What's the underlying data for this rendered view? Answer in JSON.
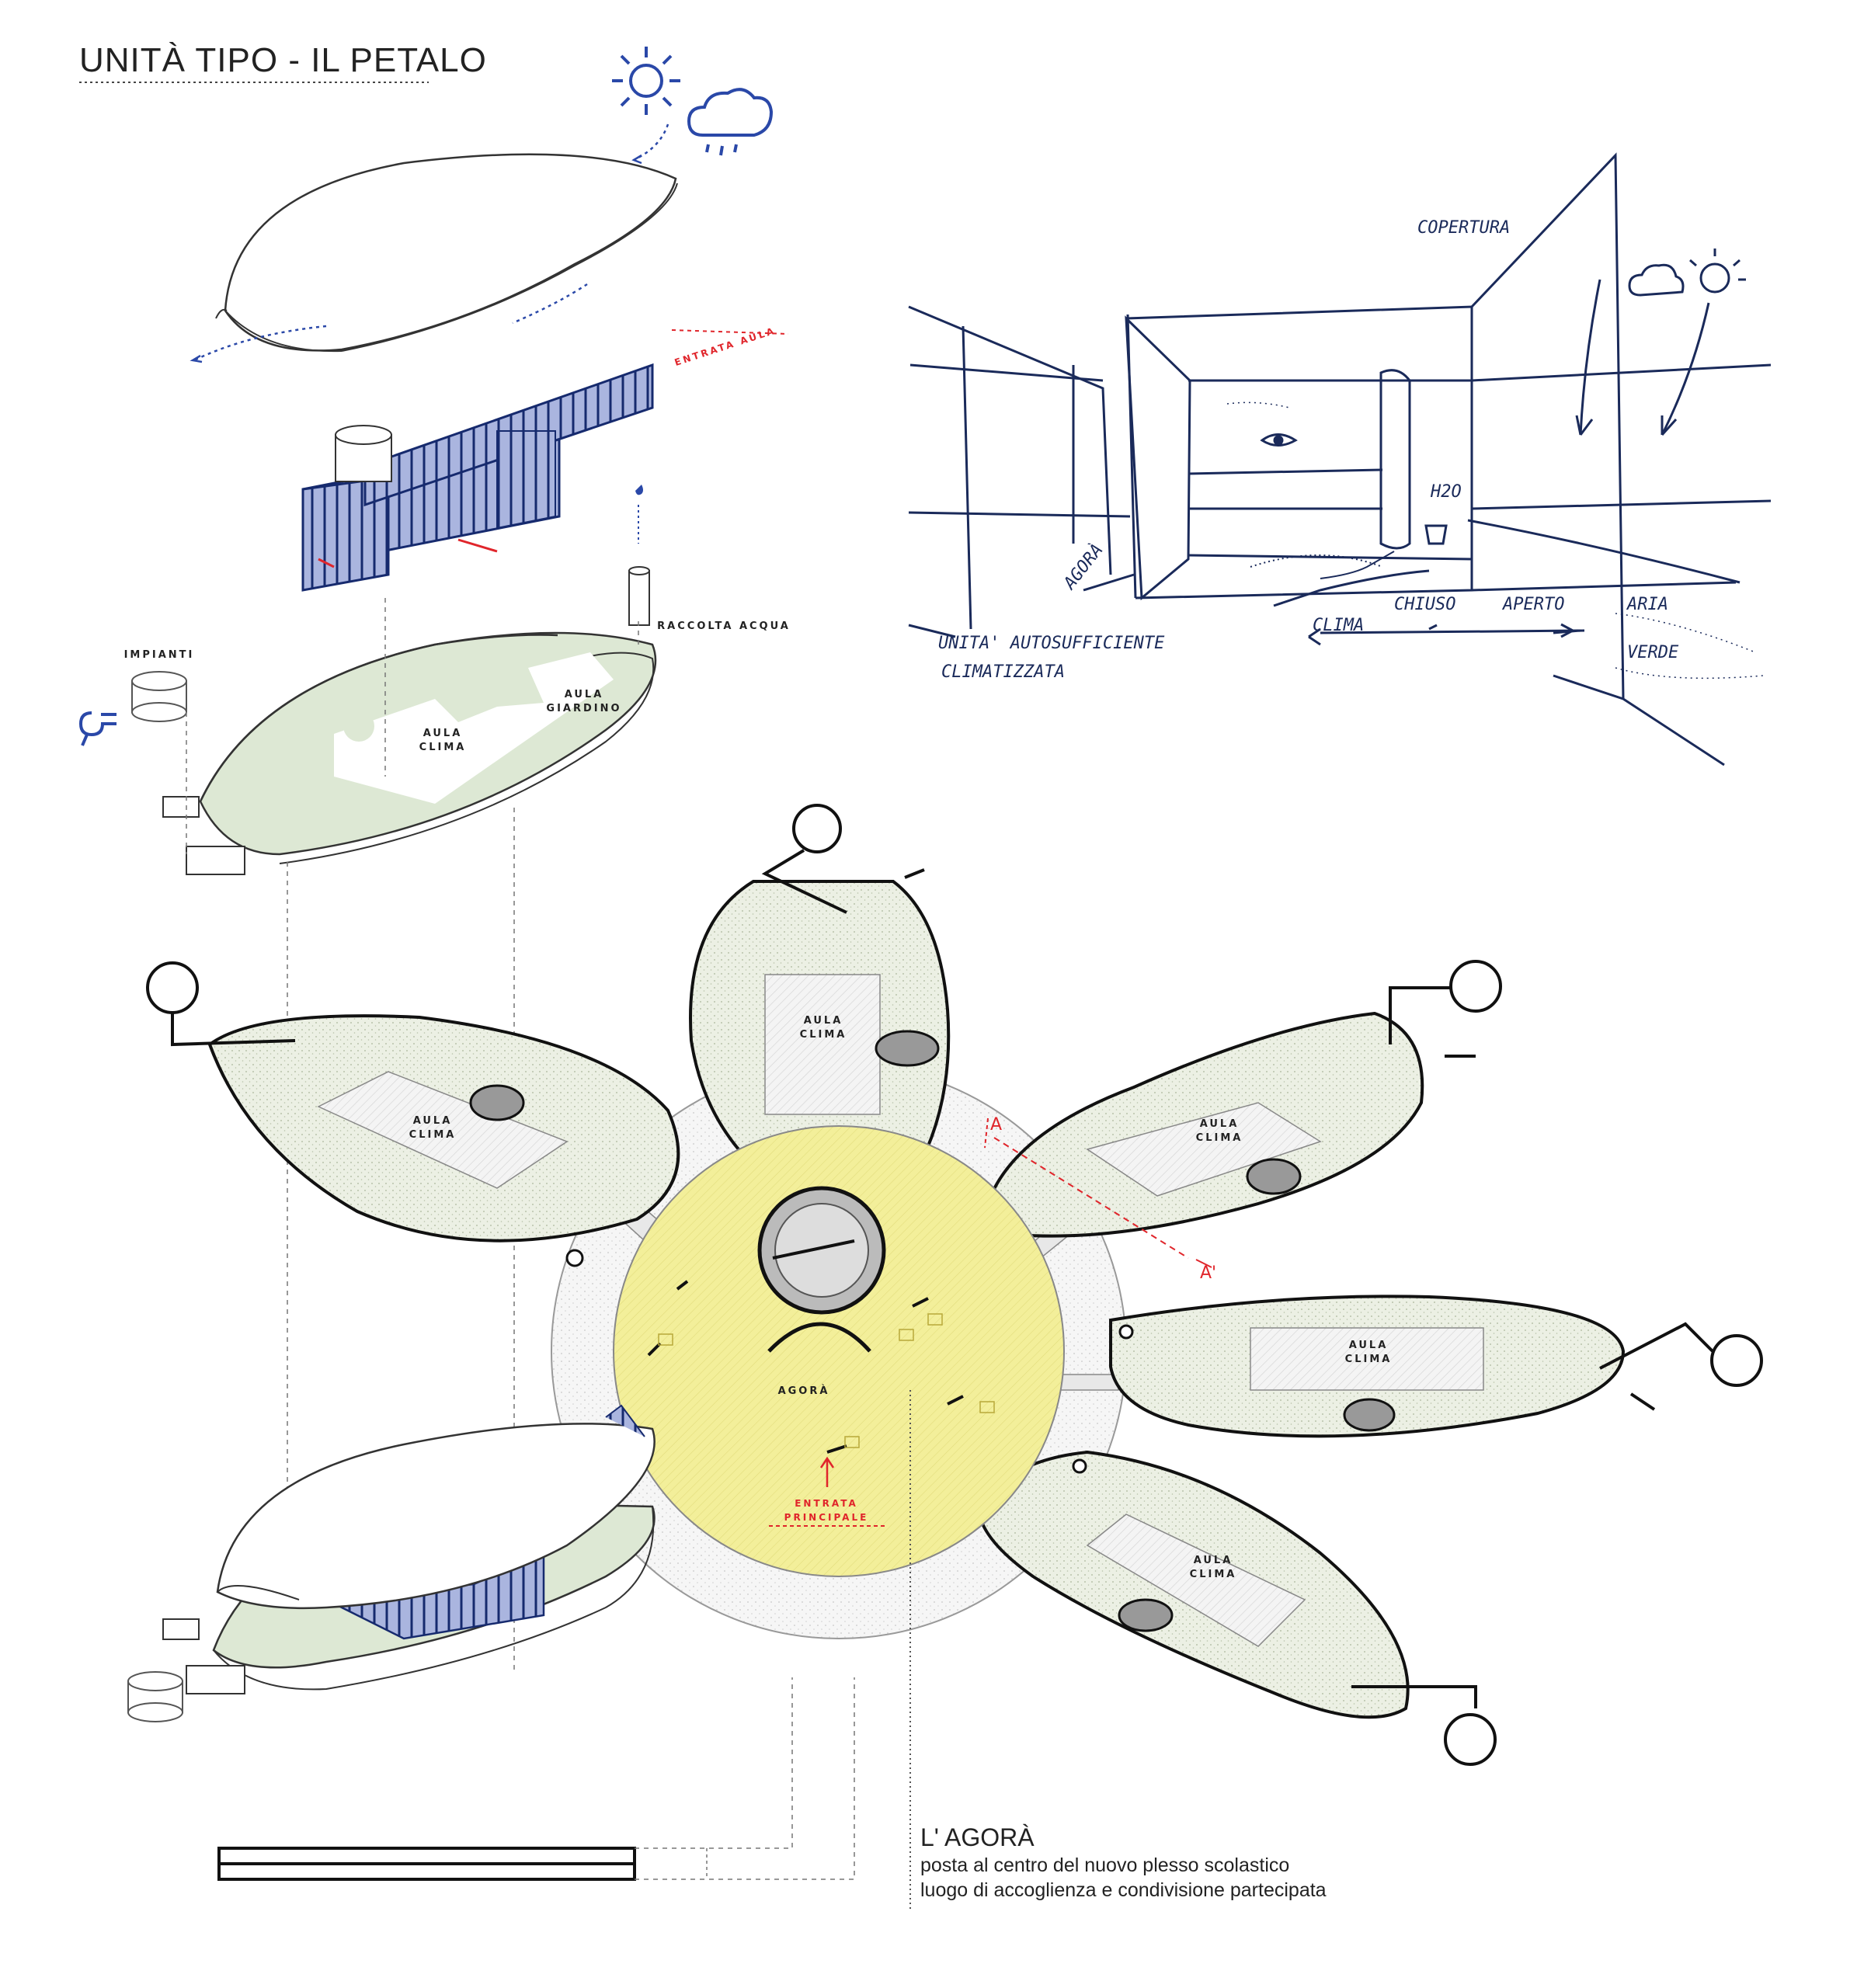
{
  "title": "UNITÀ TIPO - IL PETALO",
  "exploded": {
    "entrata_aula": "ENTRATA AULA",
    "raccolta_acqua": "RACCOLTA ACQUA",
    "impianti": "IMPIANTI",
    "aula_clima_1": "AULA",
    "aula_clima_2": "CLIMA",
    "aula_giardino_1": "AULA",
    "aula_giardino_2": "GIARDINO"
  },
  "sketch": {
    "copertura": "COPERTURA",
    "agora": "AGORÀ",
    "h2o": "H2O",
    "chiuso": "CHIUSO",
    "aperto": "APERTO",
    "clima": "CLIMA",
    "aria": "ARIA",
    "verde": "VERDE",
    "unita_1": "UNITA' AUTOSUFFICIENTE",
    "unita_2": "CLIMATIZZATA"
  },
  "plan": {
    "petal_label_1": "AULA",
    "petal_label_2": "CLIMA",
    "agora": "AGORÀ",
    "entrata_1": "ENTRATA",
    "entrata_2": "PRINCIPALE",
    "section_a": "A",
    "section_a2": "A'"
  },
  "note": {
    "title": "L' AGORÀ",
    "line1": "posta al centro del nuovo plesso scolastico",
    "line2": "luogo di accoglienza e condivisione partecipata"
  },
  "colors": {
    "agora_fill": "#f3ef9a",
    "green_fill": "#dde8d4",
    "accent_red": "#e0252b",
    "accent_blue": "#2a48a8",
    "glass_blue": "#9aa8d8",
    "ink": "#1a2a5a"
  }
}
